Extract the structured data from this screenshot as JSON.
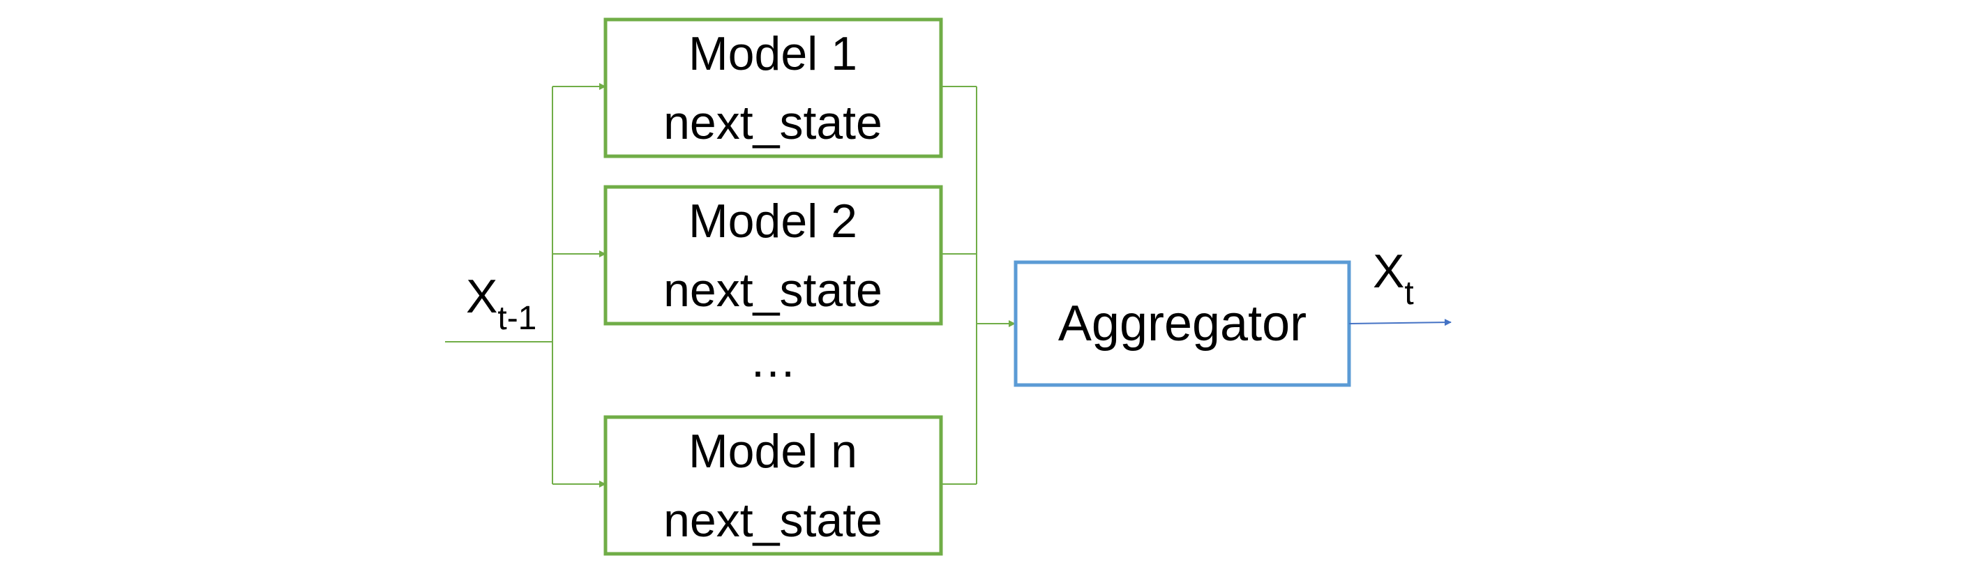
{
  "input": {
    "main": "X",
    "subscript": "t-1"
  },
  "output": {
    "main": "X",
    "subscript": "t"
  },
  "models": [
    {
      "name": "Model 1",
      "function": "next_state"
    },
    {
      "name": "Model 2",
      "function": "next_state"
    },
    {
      "name": "Model n",
      "function": "next_state"
    }
  ],
  "ellipsis": "…",
  "aggregator": {
    "label": "Aggregator"
  },
  "colors": {
    "model_stroke": "#70ad47",
    "aggregator_stroke": "#5b9bd5",
    "output_arrow": "#4472c4",
    "text": "#000000"
  }
}
